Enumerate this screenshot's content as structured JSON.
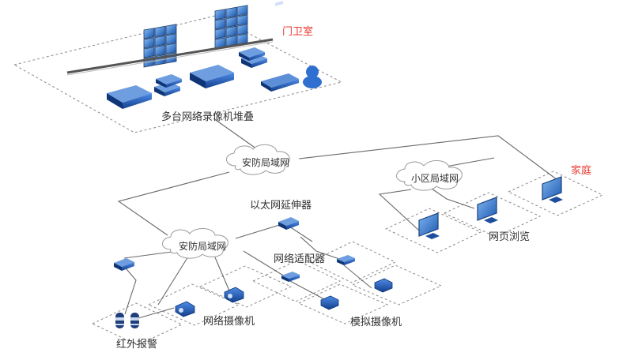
{
  "labels": {
    "guard_room": "门卫室",
    "nvr_stack": "多台网络录像机堆叠",
    "security_lan_top": "安防局域网",
    "community_lan": "小区局域网",
    "home": "家庭",
    "ethernet_extender": "以太网延伸器",
    "security_lan_bottom": "安防局域网",
    "network_adapter": "网络适配器",
    "web_browsing": "网页浏览",
    "network_camera": "网络摄像机",
    "analog_camera": "模拟摄像机",
    "infrared_alarm": "红外报警"
  },
  "colors": {
    "accent_red": "#e8382f",
    "device_blue": "#1f5fbf",
    "line": "#6a6a6a",
    "dash": "#8a8a8a",
    "text": "#333333"
  },
  "icons": [
    "video-wall-icon",
    "nvr-icon",
    "operator-icon",
    "cloud-icon",
    "switch-icon",
    "monitor-icon",
    "camera-icon",
    "infrared-sensor-icon"
  ]
}
